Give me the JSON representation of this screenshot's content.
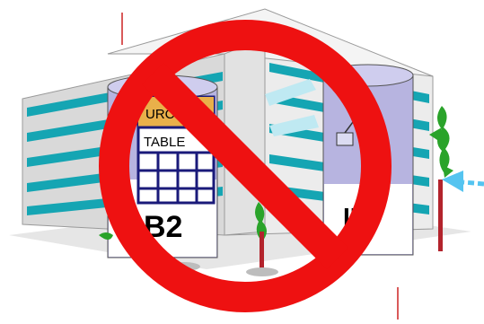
{
  "db2_cylinder": {
    "label": "B2",
    "caption_top": "URC",
    "caption_table": "TABLE"
  },
  "ims_cylinder": {
    "label": "IM"
  },
  "colors": {
    "prohibit_red": "#ee1111",
    "building_gray": "#d8d8d8",
    "window_teal": "#15a5b3",
    "cylinder_purple": "#b7b4e0",
    "table_blue": "#1a1a7a",
    "tree_green": "#2aa32a",
    "arrow_blue": "#55c4f0"
  },
  "icons": [
    "office-building-icon",
    "database-cylinder-icon",
    "table-grid-icon",
    "tree-icon",
    "prohibited-sign-icon",
    "dashed-arrow-icon"
  ]
}
